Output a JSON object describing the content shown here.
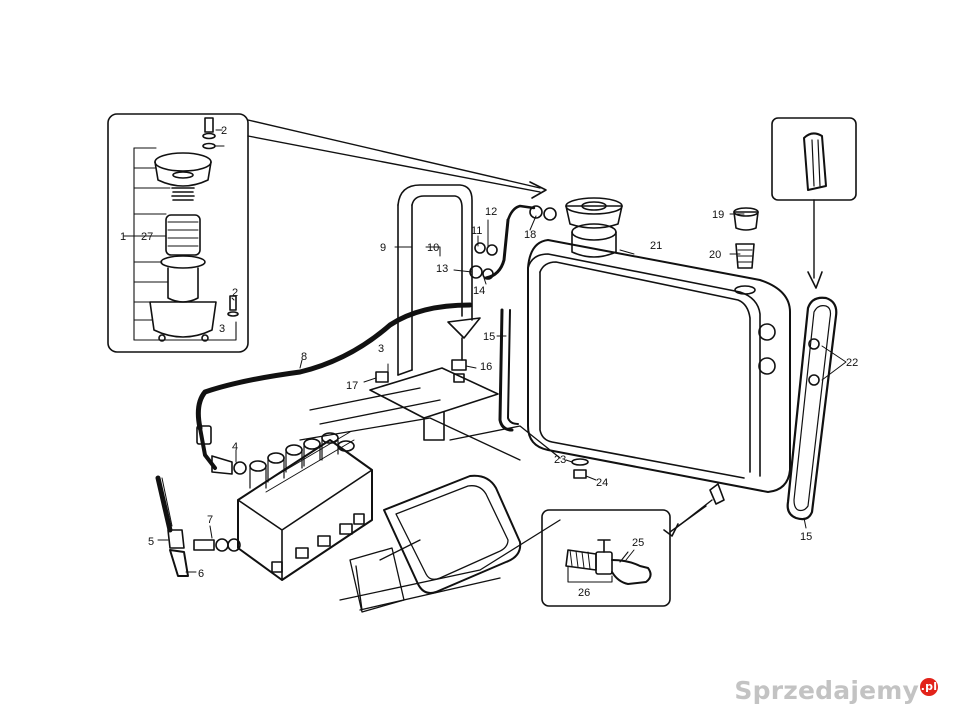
{
  "labels": {
    "l1": "1",
    "l27": "27",
    "l2a": "2",
    "l2b": "2",
    "l3a": "3",
    "l3b": "3",
    "l4": "4",
    "l5": "5",
    "l6": "6",
    "l7": "7",
    "l8": "8",
    "l9": "9",
    "l10": "10",
    "l11": "11",
    "l12": "12",
    "l13": "13",
    "l14": "14",
    "l15a": "15",
    "l15b": "15",
    "l16": "16",
    "l17": "17",
    "l18": "18",
    "l19": "19",
    "l20": "20",
    "l21": "21",
    "l22": "22",
    "l23": "23",
    "l24": "24",
    "l25": "25",
    "l26": "26"
  },
  "watermark": {
    "text": "Sprzedajemy",
    "badge": ".pl"
  },
  "colors": {
    "line": "#111111",
    "background": "#ffffff"
  }
}
